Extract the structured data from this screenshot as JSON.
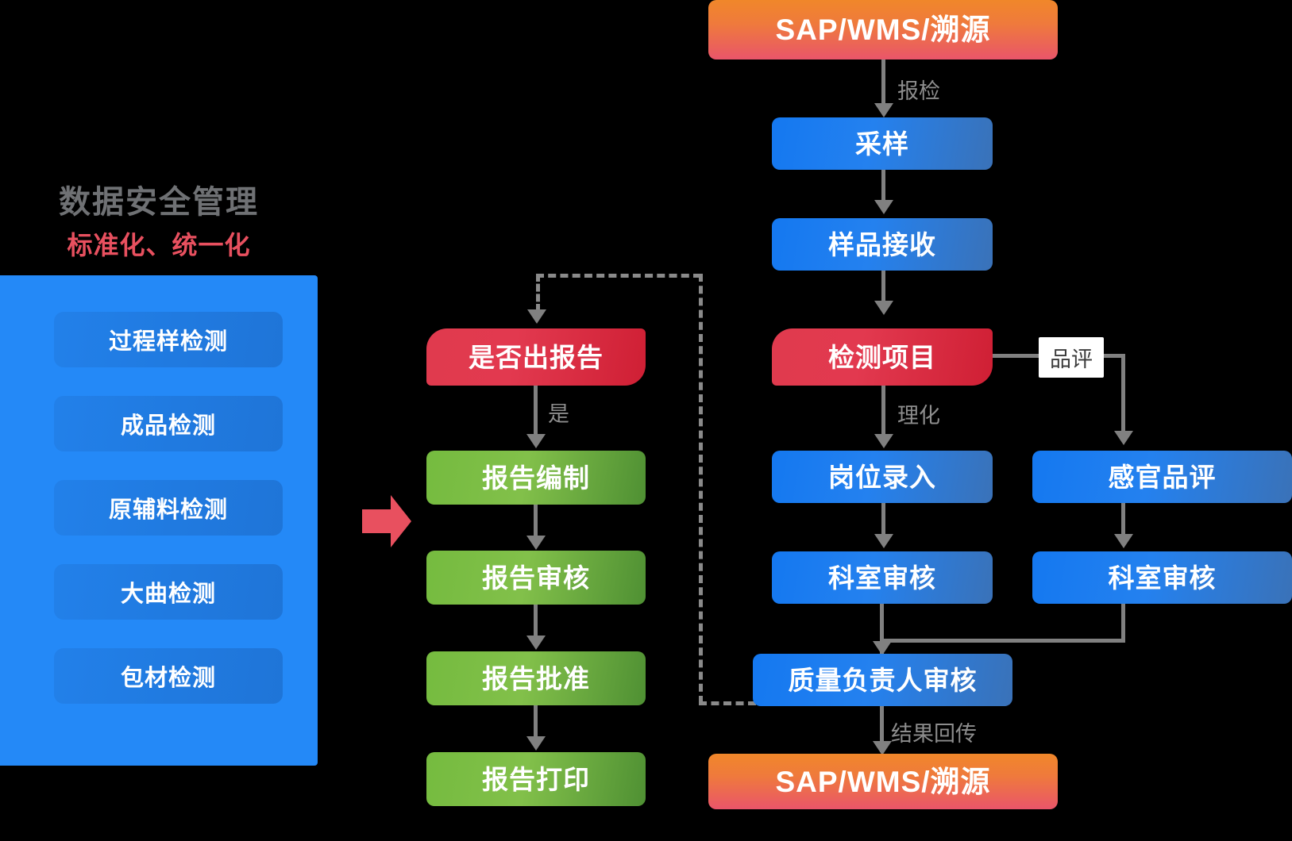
{
  "left_panel": {
    "title": "数据安全管理",
    "subtitle": "标准化、统一化",
    "items": [
      {
        "label": "过程样检测"
      },
      {
        "label": "成品检测"
      },
      {
        "label": "原辅料检测"
      },
      {
        "label": "大曲检测"
      },
      {
        "label": "包材检测"
      }
    ]
  },
  "report_flow": {
    "decision": "是否出报告",
    "decision_label": "是",
    "steps": [
      {
        "label": "报告编制"
      },
      {
        "label": "报告审核"
      },
      {
        "label": "报告批准"
      },
      {
        "label": "报告打印"
      }
    ]
  },
  "main_flow": {
    "source": "SAP/WMS/溯源",
    "source_label": "报检",
    "sampling": "采样",
    "sample_receive": "样品接收",
    "test_items": "检测项目",
    "physchem_label": "理化",
    "tasting_label": "品评",
    "post_entry": "岗位录入",
    "sensory": "感官品评",
    "dept_review_left": "科室审核",
    "dept_review_right": "科室审核",
    "quality_review": "质量负责人审核",
    "result_label": "结果回传",
    "sink": "SAP/WMS/溯源"
  },
  "colors": {
    "blue": "#2481ef",
    "green": "#82c04a",
    "orange": "#f0872a",
    "red": "#e03a4e",
    "panel": "#2489f7",
    "connector": "#808080",
    "title_gray": "#6f7174",
    "subtitle_red": "#e8505f",
    "arrow_red": "#e8505f"
  }
}
